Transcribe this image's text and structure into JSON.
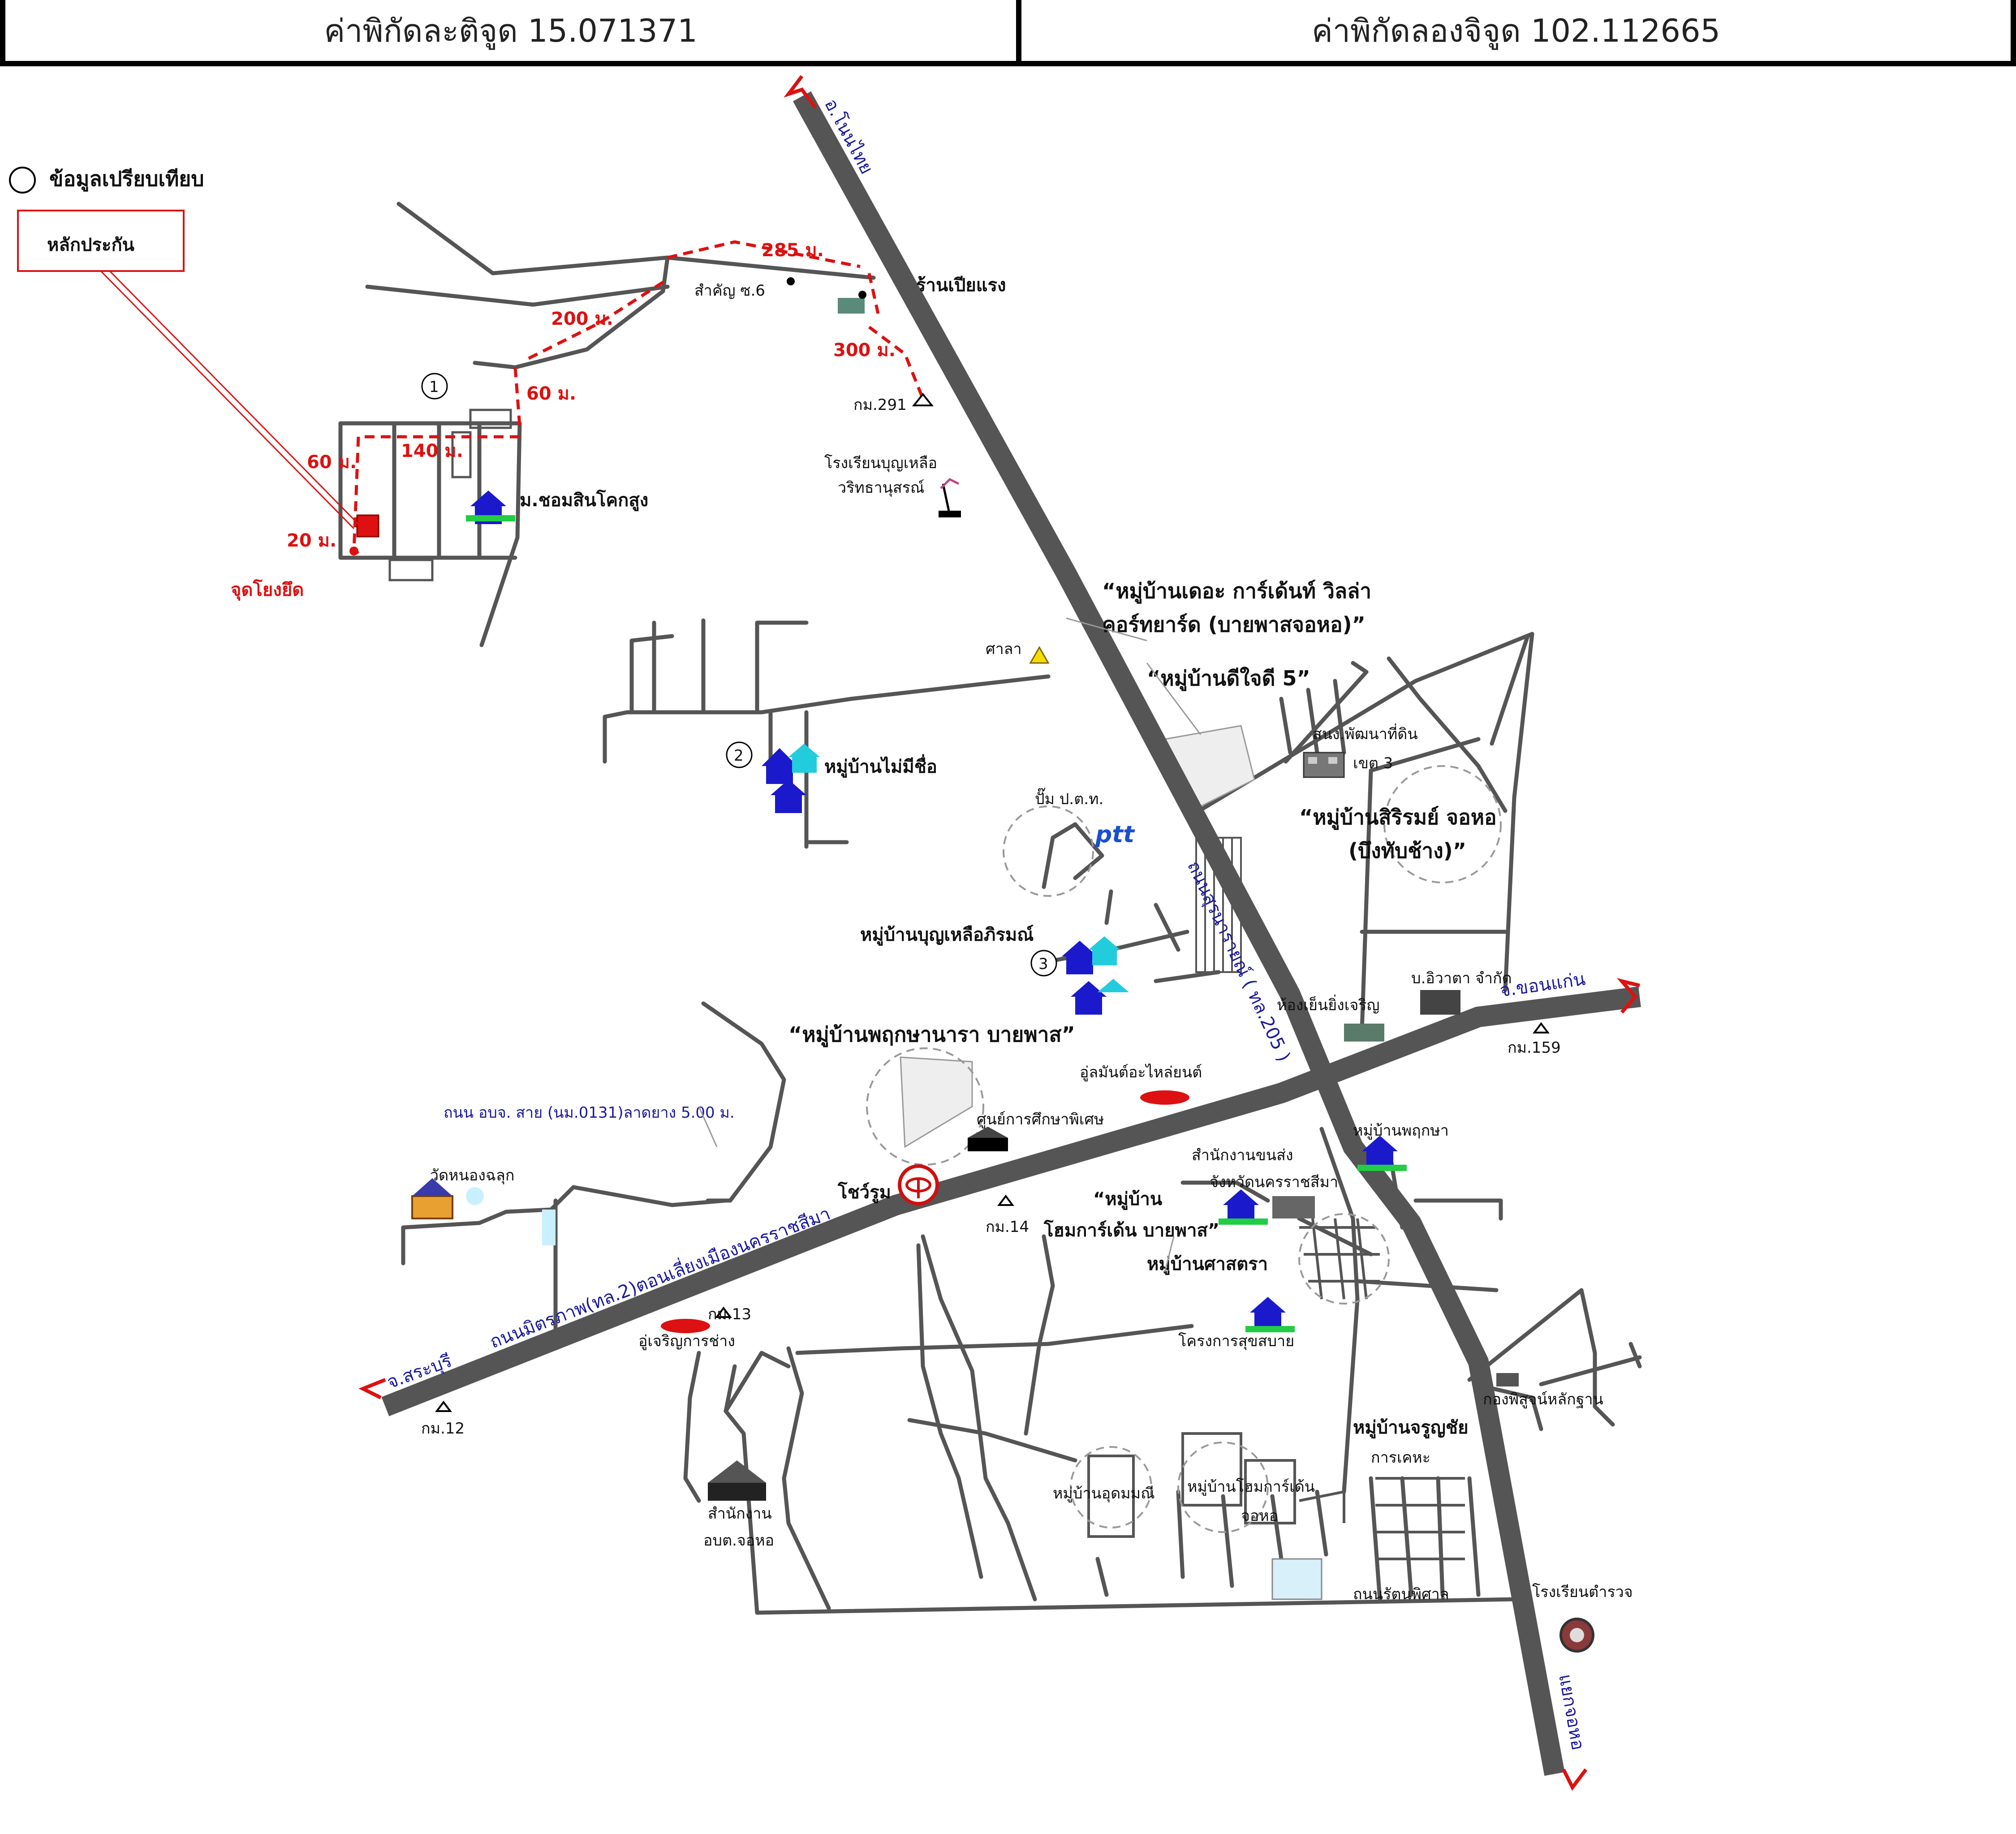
{
  "header": {
    "latitude_label": "ค่าพิกัดละติจูด 15.071371",
    "longitude_label": "ค่าพิกัดลองจิจูด 102.112665"
  },
  "legend": {
    "comparison_label": "ข้อมูลเปรียบเทียบ",
    "collateral_label": "หลักประกัน"
  },
  "distances": {
    "d285": "285 ม.",
    "d200": "200 ม.",
    "d300": "300 ม.",
    "d60a": "60 ม.",
    "d140": "140 ม.",
    "d60b": "60 ม.",
    "d20": "20 ม."
  },
  "markers": {
    "m1": "1",
    "m2": "2",
    "m3": "3"
  },
  "labels": {
    "reference_point": "จุดโยงยึด",
    "village_sombat": "ม.ชอมสินโคกสูง",
    "junction_s6": "สำคัญ ซ.6",
    "shop_pia": "ร้านเปียแรง",
    "km291": "กม.291",
    "school_boon": "โรงเรียนบุญเหลือ",
    "school_boon2": "วริทธานุสรณ์",
    "village_garden": "“หมู่บ้านเดอะ การ์เด้นท์ วิลล่า",
    "village_garden2": "คอร์ทยาร์ด (บายพาสจอหอ)”",
    "sala": "ศาลา",
    "village_dijai": "“หมู่บ้านดีใจดี 5”",
    "land_office": "สนง.พัฒนาที่ดิน",
    "land_office2": "เขต 3",
    "village_noname": "หมู่บ้านไม่มีชื่อ",
    "ptt_station": "ปั๊ม ป.ต.ท.",
    "ptt_logo": "ptt",
    "village_siri": "“หมู่บ้านสิริรมย์ จอหอ",
    "village_siri2": "(บึงทับช้าง)”",
    "village_boonluea": "หมู่บ้านบุญเหลือภิรมณ์",
    "company": "บ.อิวาตา จำกัด",
    "shop_hong": "ห้องเย็นยิ่งเจริญ",
    "to_khonkaen": "จ.ขอนแก่น",
    "km159": "กม.159",
    "village_pruksa": "“หมู่บ้านพฤกษานารา บายพาส”",
    "auto_parts": "อู่ลมันต์อะไหล่ยนต์",
    "special_edu": "ศูนย์การศึกษาพิเศษ",
    "village_prueksa2": "หมู่บ้านพฤกษา",
    "nakhon_office": "สำนักงานขนส่ง",
    "nakhon_office2": "จังหวัดนครราชสีมา",
    "road_info": "ถนน อบจ. สาย (นม.0131)ลาดยาง 5.00 ม.",
    "temple": "วัดหนองฉลุก",
    "toyota": "โชว์รูม",
    "km14": "กม.14",
    "village_home": "“หมู่บ้าน",
    "village_home2": "โฮมการ์เด้น บายพาส”",
    "village_sastra": "หมู่บ้านศาสตรา",
    "main_road": "ถนนมิตรภาพ(ทล.2)ตอนเลี่ยงเมืองนครราชสีมา",
    "km13": "กม.13",
    "garage": "อู่เจริญการช่าง",
    "project_suk": "โครงการสุขสบาย",
    "to_saraburi": "จ.สระบุรี",
    "km12": "กม.12",
    "court": "กองพิสูจน์หลักฐาน",
    "village_charoen": "หมู่บ้านจรูญชัย",
    "village_charoen2": "การเคหะ",
    "office_obj": "สำนักงาน",
    "office_obj2": "อบต.จอหอ",
    "village_a": "หมู่บ้านอุดมมณี",
    "village_b": "หมู่บ้านโฮมการ์เด้น",
    "village_b2": "จอหอ",
    "road_rattana": "ถนนรัตนพิศาล",
    "school_police": "โรงเรียนตำรวจ",
    "to_phimai": "อ.โนนไทย",
    "hwy205": "ถนนสุรนารายณ์ ( ทล.205 )",
    "to_south": "แยกจอหอ"
  },
  "colors": {
    "highway": "#555555",
    "accent_red": "#dd1111",
    "route_blue": "#1a1a9a",
    "house_blue": "#1a1acc",
    "house_cyan": "#22ccdd"
  },
  "icons": [
    "pin-icon",
    "house-icon",
    "bell-icon",
    "school-icon",
    "toyota-icon",
    "car-icon",
    "factory-icon",
    "temple-icon",
    "arrow-icon"
  ]
}
